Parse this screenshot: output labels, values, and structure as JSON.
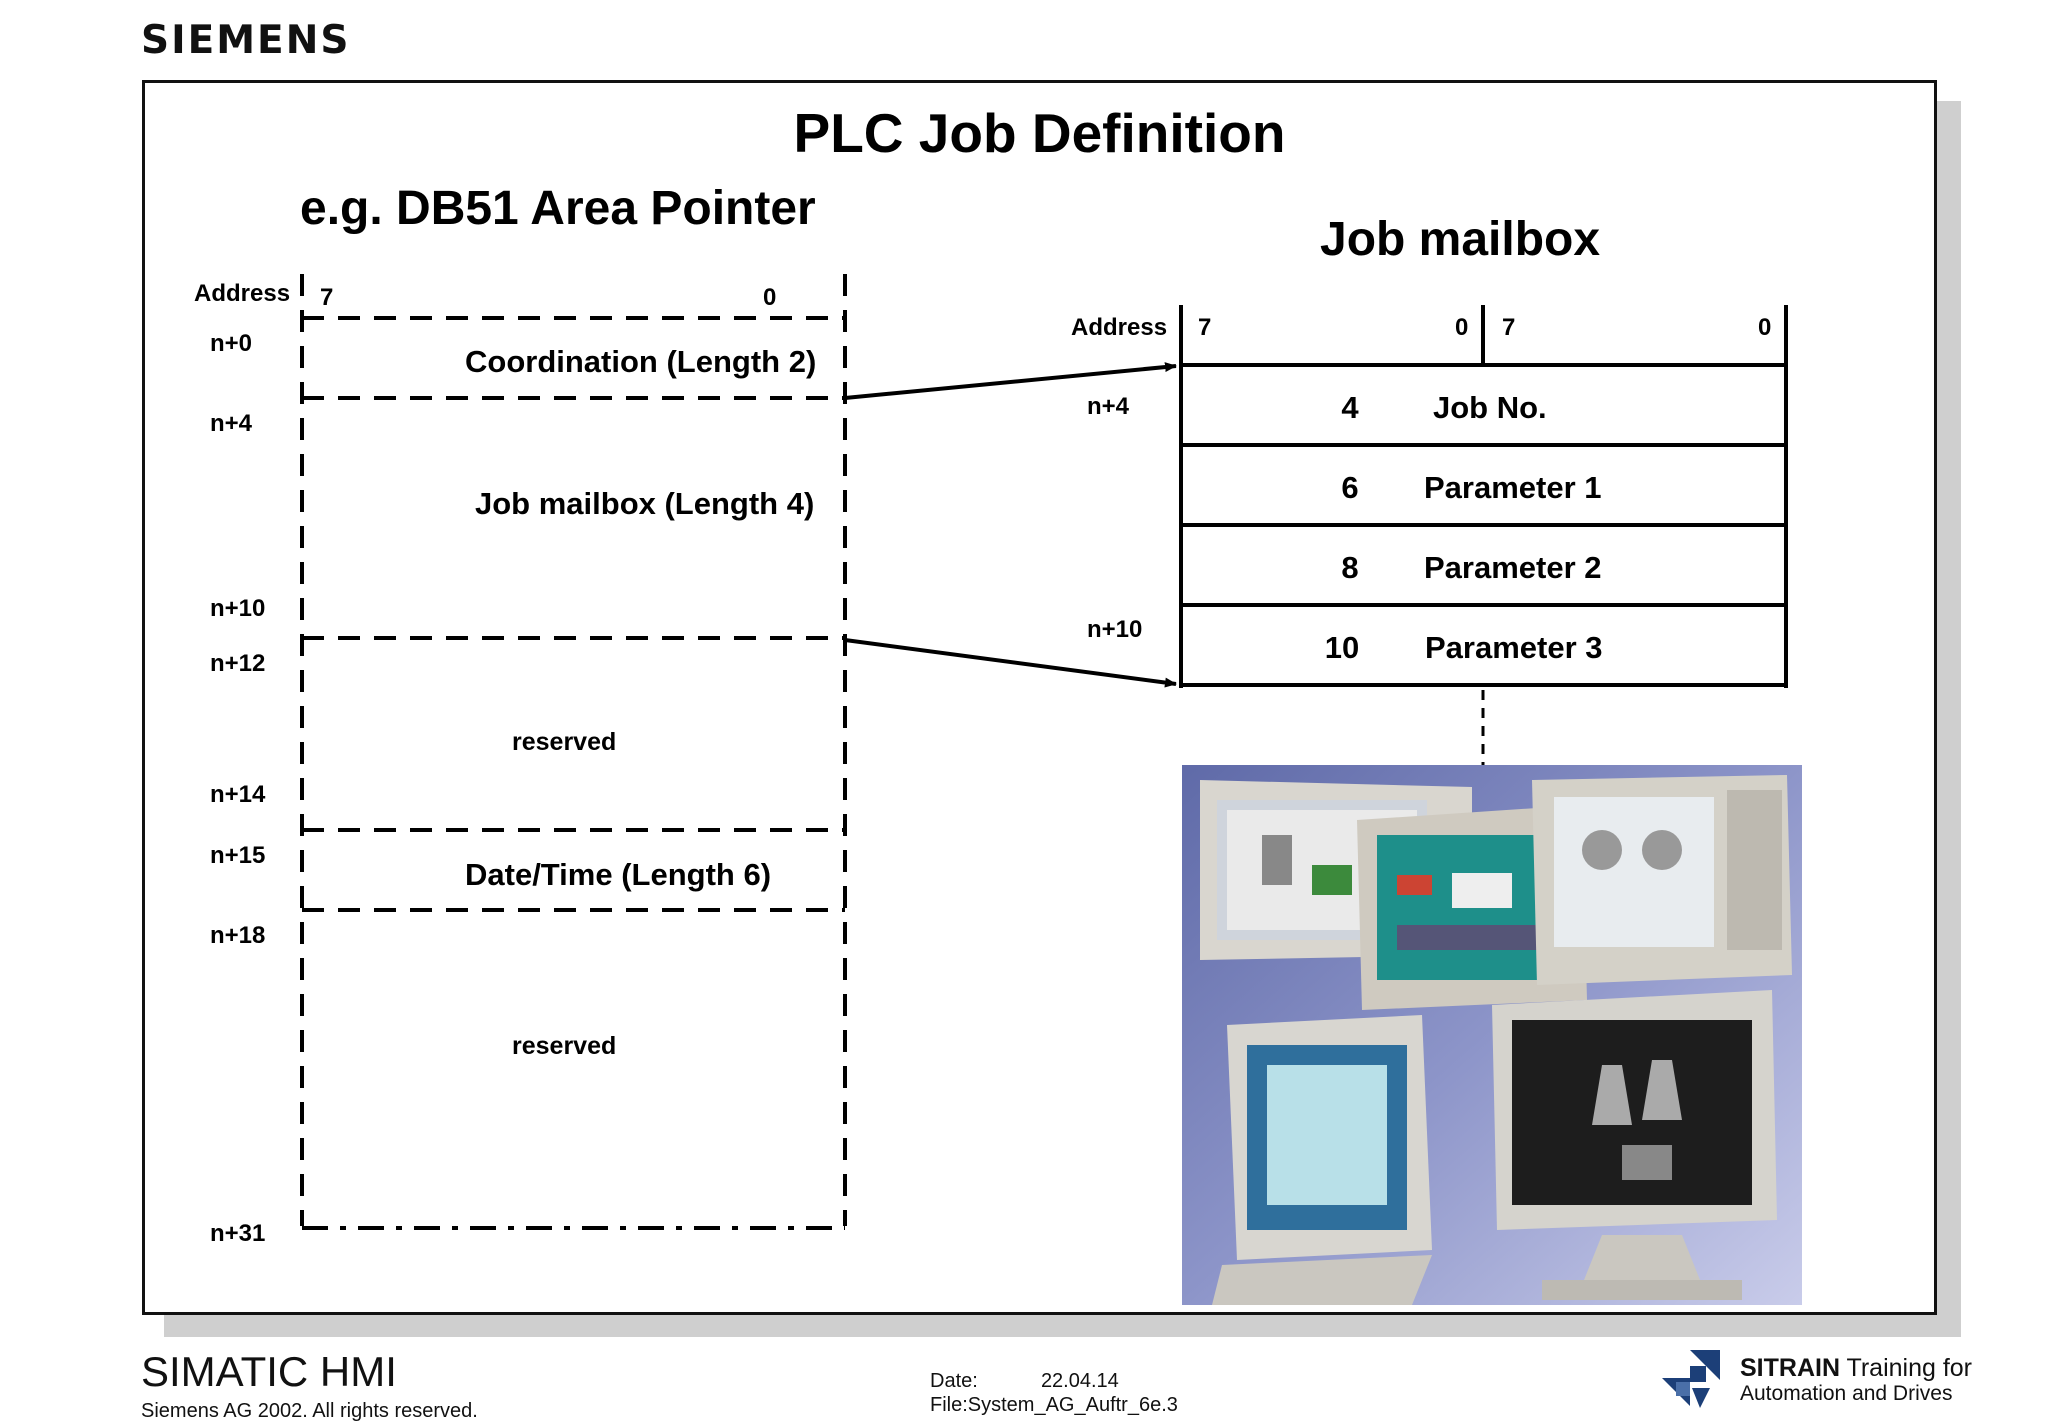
{
  "brand": "SIEMENS",
  "title": "PLC Job Definition",
  "area_pointer": {
    "heading": "e.g. DB51 Area Pointer",
    "address_label": "Address",
    "bit_high": "7",
    "bit_low": "0",
    "addresses": [
      "n+0",
      "n+4",
      "n+10",
      "n+12",
      "n+14",
      "n+15",
      "n+18",
      "n+31"
    ],
    "fields": {
      "coordination": "Coordination (Length 2)",
      "job_mailbox": "Job mailbox (Length 4)",
      "reserved_1": "reserved",
      "date_time": "Date/Time (Length 6)",
      "reserved_2": "reserved"
    }
  },
  "job_mailbox": {
    "heading": "Job mailbox",
    "address_label": "Address",
    "bits": [
      "7",
      "0",
      "7",
      "0"
    ],
    "addr_top": "n+4",
    "addr_bottom": "n+10",
    "rows": [
      {
        "num": "4",
        "label": "Job No."
      },
      {
        "num": "6",
        "label": "Parameter 1"
      },
      {
        "num": "8",
        "label": "Parameter 2"
      },
      {
        "num": "10",
        "label": "Parameter 3"
      }
    ]
  },
  "footer": {
    "product": "SIMATIC HMI",
    "copyright": "Siemens AG 2002. All rights reserved.",
    "date_label": "Date:",
    "date_value": "22.04.14",
    "file": "File:System_AG_Auftr_6e.3",
    "sitrain_bold": "SITRAIN",
    "sitrain_rest": " Training for",
    "sitrain_line2": "Automation and Drives"
  },
  "colors": {
    "line": "#000000",
    "photo_bg": "#7d86c0",
    "siemens_blue": "#1c3f78"
  }
}
